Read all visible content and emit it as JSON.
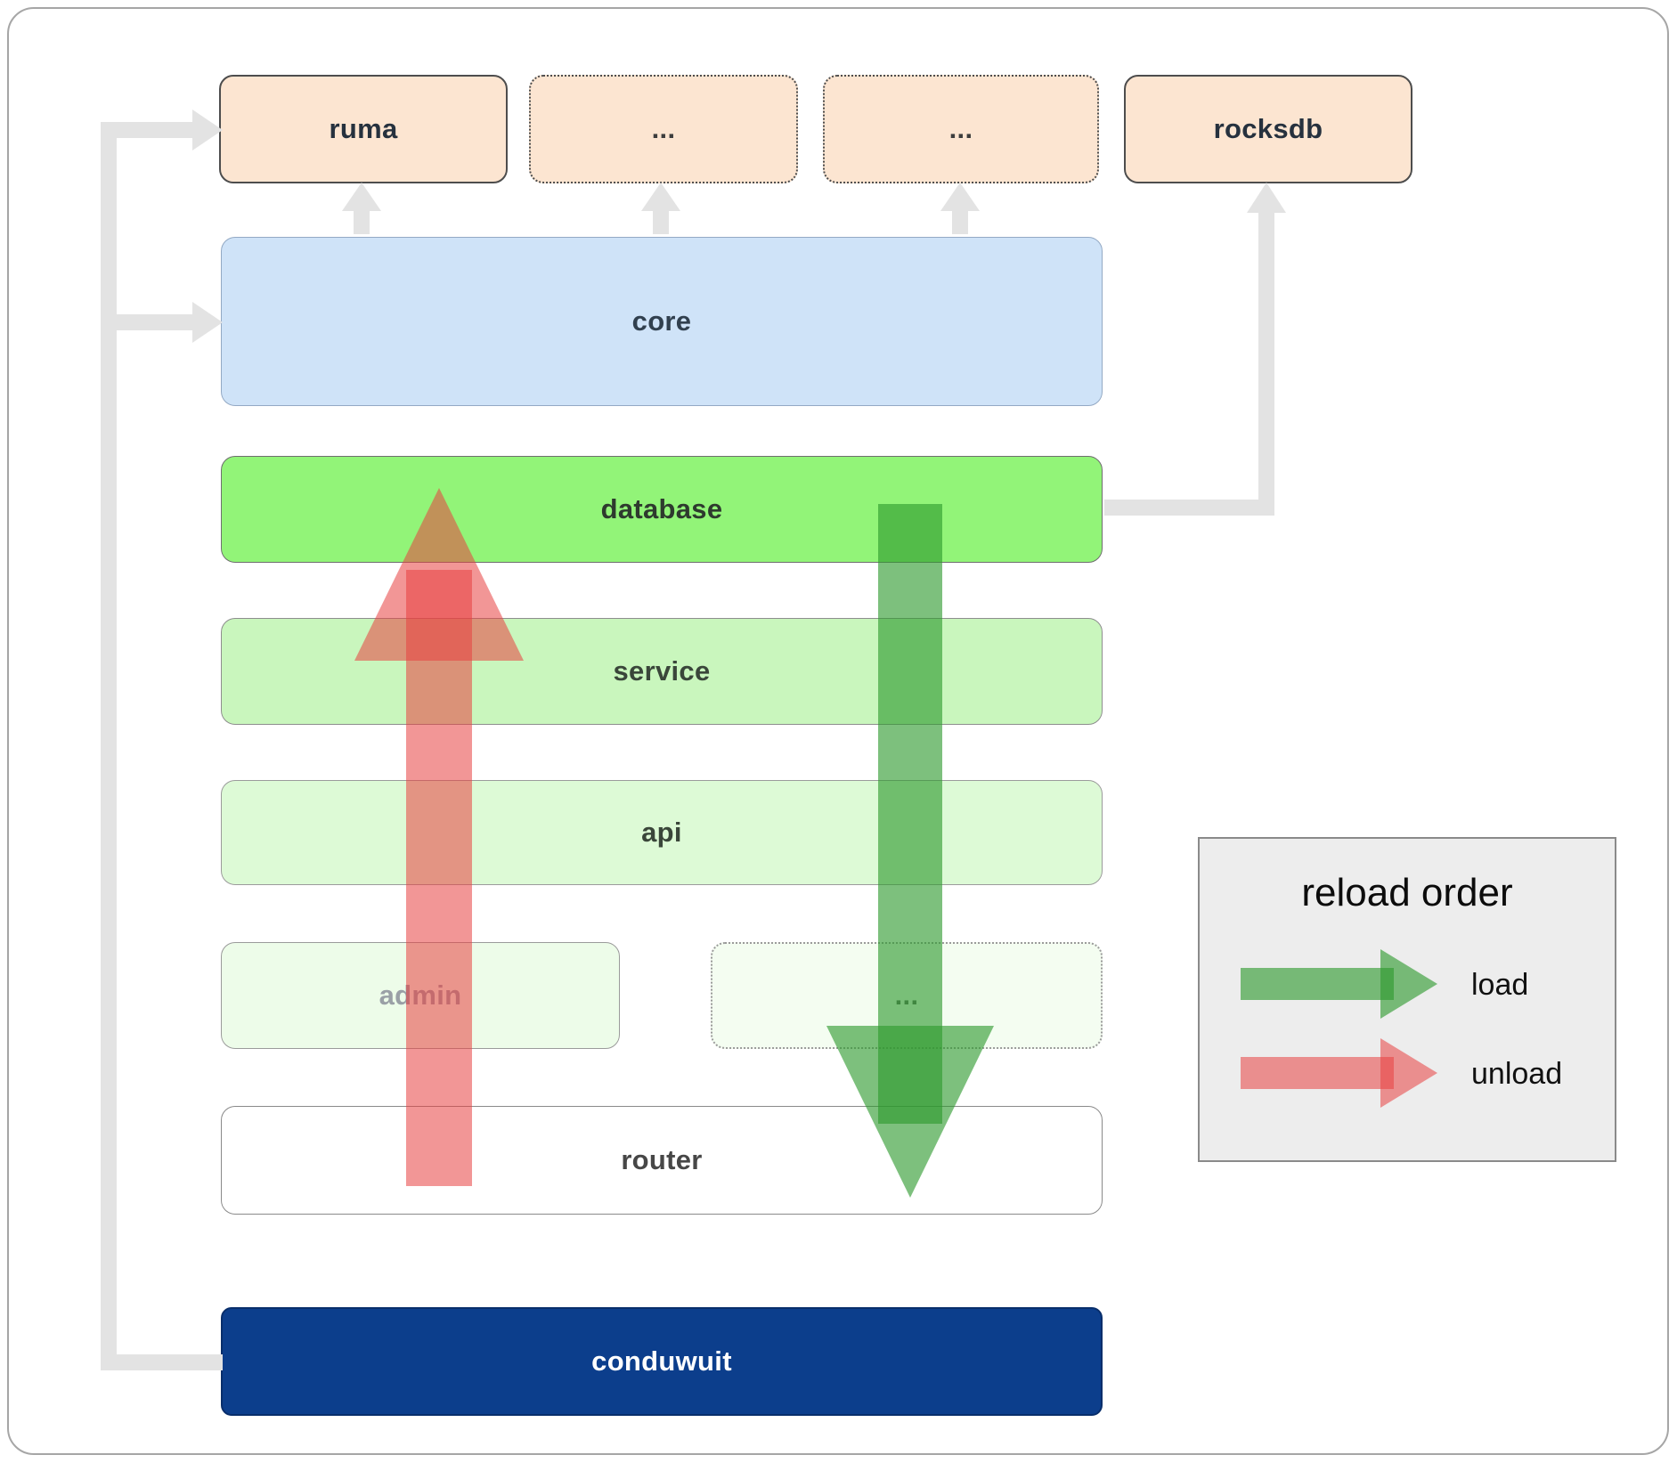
{
  "colors": {
    "load": "#2d9a2d",
    "unload": "#e84040",
    "connector": "#e3e3e3",
    "conduwuit_fill": "#0c3e8c",
    "database_fill": "#92f478",
    "core_fill": "#cfe3f8",
    "module_fill": "#fce5d1"
  },
  "boxes": {
    "ruma": "ruma",
    "dots_top_1": "...",
    "dots_top_2": "...",
    "rocksdb": "rocksdb",
    "core": "core",
    "database": "database",
    "service": "service",
    "api": "api",
    "admin": "admin",
    "dots_bottom": "...",
    "router": "router",
    "conduwuit": "conduwuit"
  },
  "legend": {
    "title": "reload order",
    "load_label": "load",
    "unload_label": "unload"
  }
}
